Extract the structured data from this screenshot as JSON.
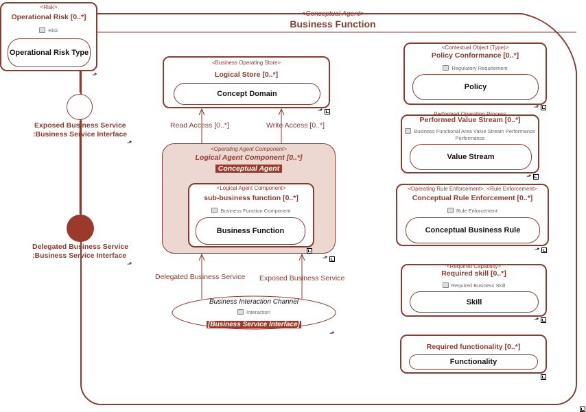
{
  "frame": {
    "stereotype": "<Conceptual Agent>",
    "title": "Business Function"
  },
  "risk": {
    "stereotype": "<Risk>",
    "name": "Operational Risk [0..*]",
    "type": "Risk",
    "inner": "Operational Risk Type"
  },
  "port1": {
    "label1": "Exposed Business Service",
    "label2": ":Business Service Interface"
  },
  "port2": {
    "label1": "Delegated Business Service",
    "label2": ":Business Service Interface"
  },
  "store": {
    "stereotype": "<Business Operating Store>",
    "name": "Logical Store [0..*]",
    "inner": "Concept Domain"
  },
  "read_access": "Read Access [0..*]",
  "write_access": "Write Access [0..*]",
  "lac": {
    "stereotype": "<Operating Agent Component>",
    "name": "Logical Agent Component [0..*]",
    "type": "Conceptual Agent"
  },
  "sub": {
    "stereotype": "<Logical Agent Component>",
    "name": "sub-business function [0..*]",
    "type": "Business Function Component",
    "inner": "Business Function"
  },
  "delegated_label": "Delegated Business Service",
  "exposed_label": "Exposed Business Service",
  "channel": {
    "name": "Business Interaction Channel",
    "type": "Interaction",
    "iface": "[Business Service Interface]"
  },
  "policy": {
    "stereotype": "<Contextual Object (Type)>",
    "name": "Policy Conformance [0..*]",
    "type": "Regulatory Requirement",
    "inner": "Policy"
  },
  "vs": {
    "stereotype": "Performed Operating Process",
    "name": "Performed Value Stream [0..*]",
    "type": "Business Functional Area Value Stream Performance",
    "inner": "Value Stream"
  },
  "rule": {
    "stereotype": "<Operating Rule Enforcement>, <Rule Enforcement>",
    "name": "Conceptual Rule Enforcement [0..*]",
    "type": "Rule Enforcement",
    "inner": "Conceptual Business Rule"
  },
  "skill": {
    "stereotype": "<Required Capability>",
    "name": "Required skill [0..*]",
    "type": "Required Business Skill",
    "inner": "Skill"
  },
  "func": {
    "name": "Required functionality [0..*]",
    "inner": "Functionality"
  },
  "colors": {
    "accent": "#8b3a2f",
    "fill": "#ecd7d1",
    "port_dark": "#9b3a2a"
  }
}
